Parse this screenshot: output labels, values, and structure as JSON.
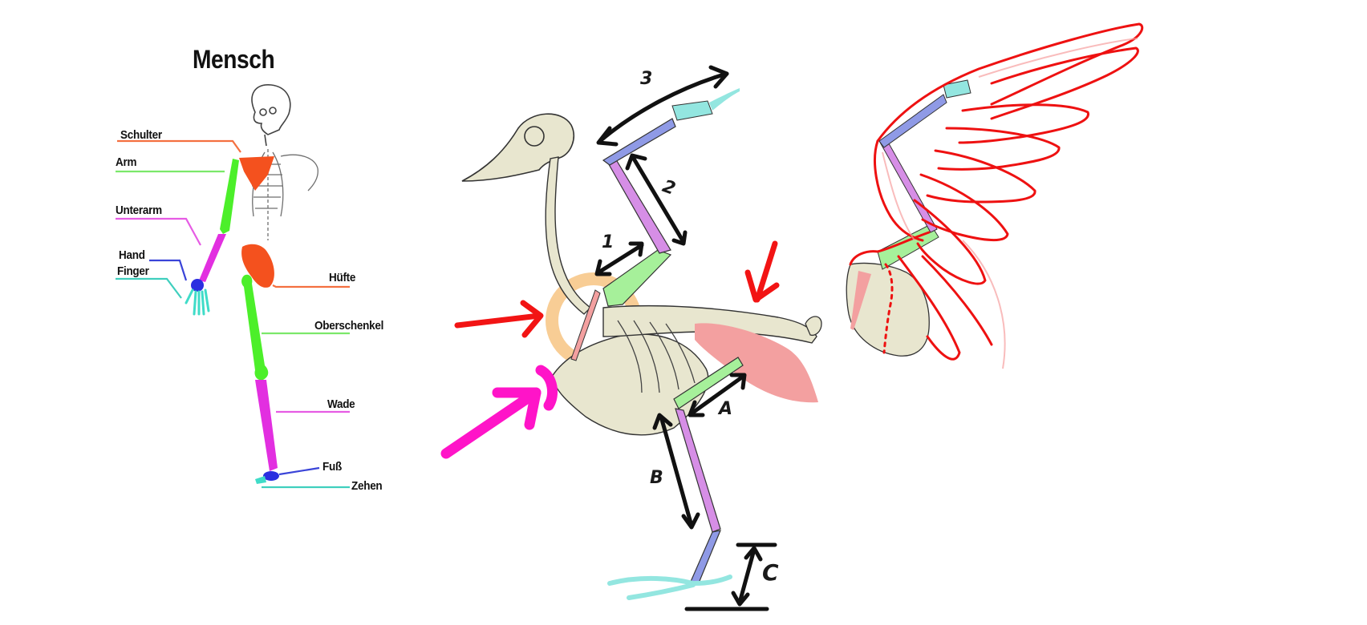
{
  "human": {
    "title": "Mensch",
    "labels": {
      "schulter": "Schulter",
      "arm": "Arm",
      "unterarm": "Unterarm",
      "hand": "Hand",
      "finger": "Finger",
      "huefte": "Hüfte",
      "oberschenkel": "Oberschenkel",
      "wade": "Wade",
      "fuss": "Fuß",
      "zehen": "Zehen"
    }
  },
  "bird": {
    "measure_labels": {
      "one": "1",
      "two": "2",
      "three": "3",
      "a": "A",
      "b": "B",
      "c": "C"
    }
  },
  "colors": {
    "shoulder_hip": "#f4511e",
    "upper_bone_green": "#4cef2a",
    "forearm_magenta": "#e22fe0",
    "hand_blue": "#2b2fe0",
    "finger_cyan": "#3fdcc8",
    "bird_bone": "#e8e6cf",
    "bird_green": "#a6f09a",
    "bird_violet": "#d68ee6",
    "bird_blue": "#8f9ae6",
    "bird_cyan": "#93e6e0",
    "bird_pink": "#f3a0a0",
    "arrow_red": "#f21414",
    "arrow_magenta": "#ff14c8",
    "highlight_orange": "#f7c88a",
    "wing_outline_red": "#ee1111"
  }
}
